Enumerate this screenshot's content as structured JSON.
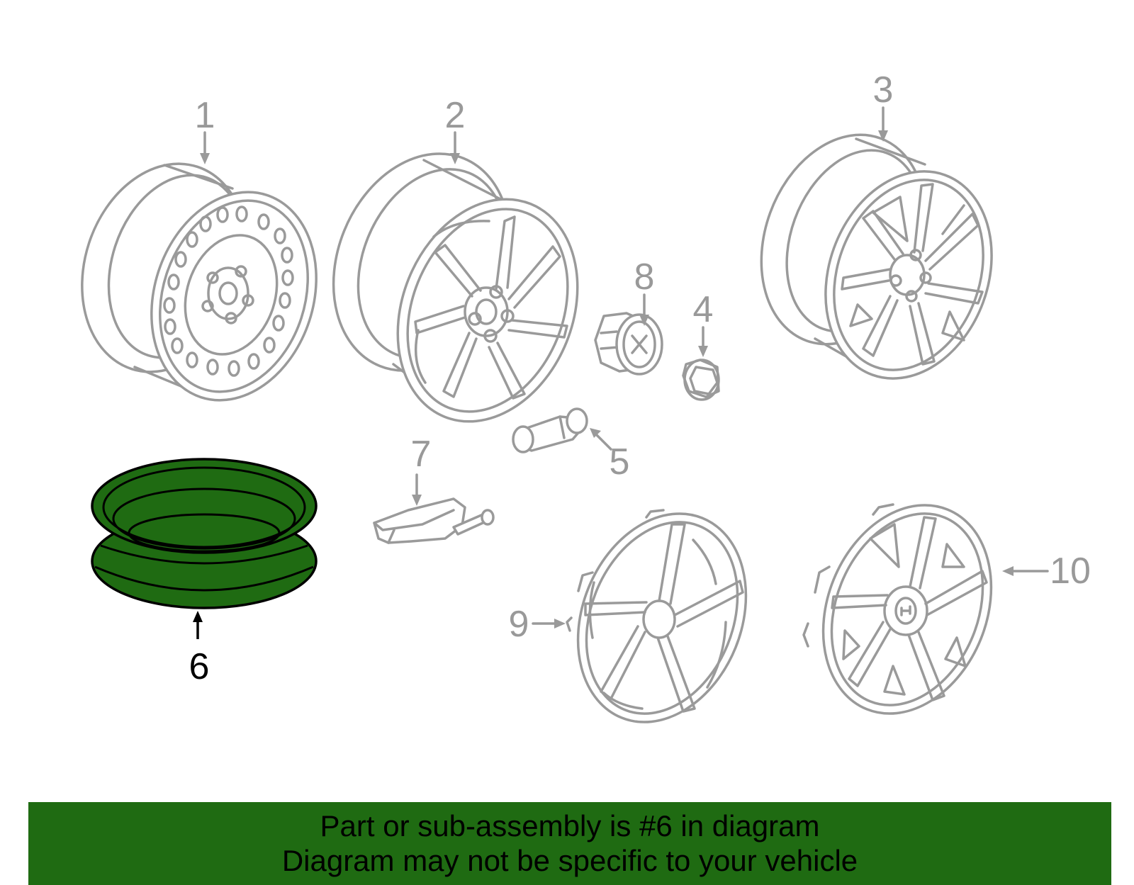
{
  "colors": {
    "highlight": "#1f6b12",
    "linework": "#9a9a9a",
    "background": "#ffffff"
  },
  "callouts": [
    {
      "id": "1",
      "label": "1",
      "part": "steel wheel"
    },
    {
      "id": "2",
      "label": "2",
      "part": "alloy wheel"
    },
    {
      "id": "3",
      "label": "3",
      "part": "alloy wheel"
    },
    {
      "id": "4",
      "label": "4",
      "part": "lug nut"
    },
    {
      "id": "5",
      "label": "5",
      "part": "valve stem"
    },
    {
      "id": "6",
      "label": "6",
      "part": "spare wheel",
      "highlighted": true
    },
    {
      "id": "7",
      "label": "7",
      "part": "tire pressure sensor"
    },
    {
      "id": "8",
      "label": "8",
      "part": "center cap"
    },
    {
      "id": "9",
      "label": "9",
      "part": "wheel cover"
    },
    {
      "id": "10",
      "label": "10",
      "part": "wheel cover"
    }
  ],
  "banner": {
    "line1": "Part or sub-assembly is #6 in diagram",
    "line2": "Diagram may not be specific to your vehicle"
  }
}
